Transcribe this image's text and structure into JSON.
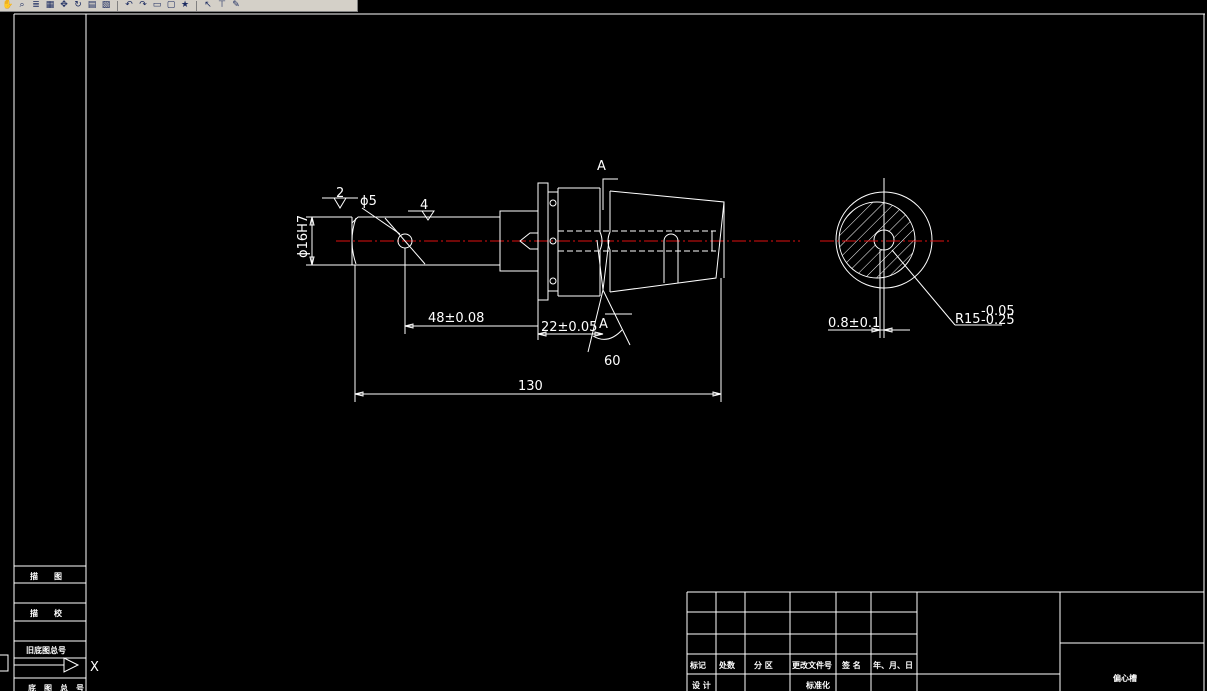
{
  "toolbar": {
    "icons": [
      "pan-icon",
      "zoom-icon",
      "layer-icon",
      "grid-icon",
      "move-icon",
      "rotate-icon",
      "table-icon",
      "match-properties-icon",
      "undo-icon",
      "redo-icon",
      "window-icon",
      "select-icon",
      "star-icon",
      "pointer-icon",
      "cursor-icon",
      "paint-icon"
    ]
  },
  "drawing": {
    "section_label": "A",
    "section_mark_lower": "A",
    "surface_finish_left": "2",
    "surface_finish_right": "4",
    "hole_diameter": "ϕ5",
    "shaft_diameter": "ϕ16H7",
    "dim_48": "48±0.08",
    "dim_22": "22±0.05",
    "dim_angle": "60",
    "dim_overall": "130",
    "dim_offset": "0.8±0.1",
    "dim_radius": "R15",
    "dim_radius_tol_upper": "-0.05",
    "dim_radius_tol_lower": "-0.25"
  },
  "left_title_block": {
    "row1": "描　　图",
    "row2": "描　　校",
    "row3": "旧底图总号",
    "row4": "底　图　总　号"
  },
  "title_block": {
    "headers": [
      "标记",
      "处数",
      "分 区",
      "更改文件号",
      "签 名",
      "年、月、日"
    ],
    "row_design": "设 计",
    "row_standard": "标准化",
    "part_name": "偏心槽"
  },
  "cursor_label": "X"
}
